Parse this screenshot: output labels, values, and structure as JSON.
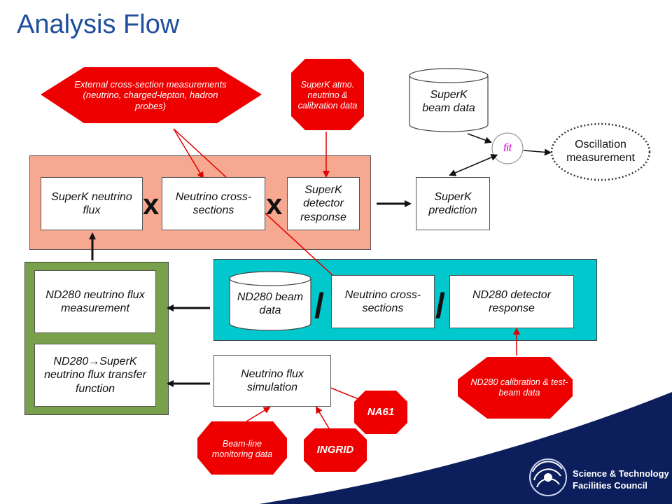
{
  "title": "Analysis Flow",
  "colors": {
    "title": "#1f4e9c",
    "salmon_panel": "#f7a891",
    "green_panel": "#79a04a",
    "cyan_panel": "#00c8cc",
    "red_shape": "#ee0000",
    "fit_text": "#cc00cc"
  },
  "nodes": {
    "external_xsec": "External cross-section measurements (neutrino, charged-lepton, hadron probes)",
    "superk_atmo": "SuperK atmo. neutrino & calibration data",
    "superk_beam_data": "SuperK beam data",
    "fit": "fit",
    "oscillation": "Oscillation measurement",
    "superk_flux": "SuperK neutrino flux",
    "neutrino_xsec_top": "Neutrino cross-sections",
    "superk_detector": "SuperK detector response",
    "superk_prediction": "SuperK prediction",
    "nd280_flux_meas": "ND280 neutrino flux measurement",
    "nd280_transfer": "ND280→SuperK neutrino flux transfer function",
    "nd280_beam_data": "ND280 beam data",
    "neutrino_xsec_mid": "Neutrino cross-sections",
    "nd280_detector": "ND280 detector response",
    "flux_sim": "Neutrino flux simulation",
    "nd280_calib": "ND280 calibration & test-beam data",
    "na61": "NA61",
    "ingrid": "INGRID",
    "beamline": "Beam-line monitoring data"
  },
  "operators": {
    "times1": "x",
    "times2": "x",
    "divide1": "/",
    "divide2": "/"
  },
  "logo": {
    "line1": "Science & Technology",
    "line2": "Facilities Council"
  }
}
